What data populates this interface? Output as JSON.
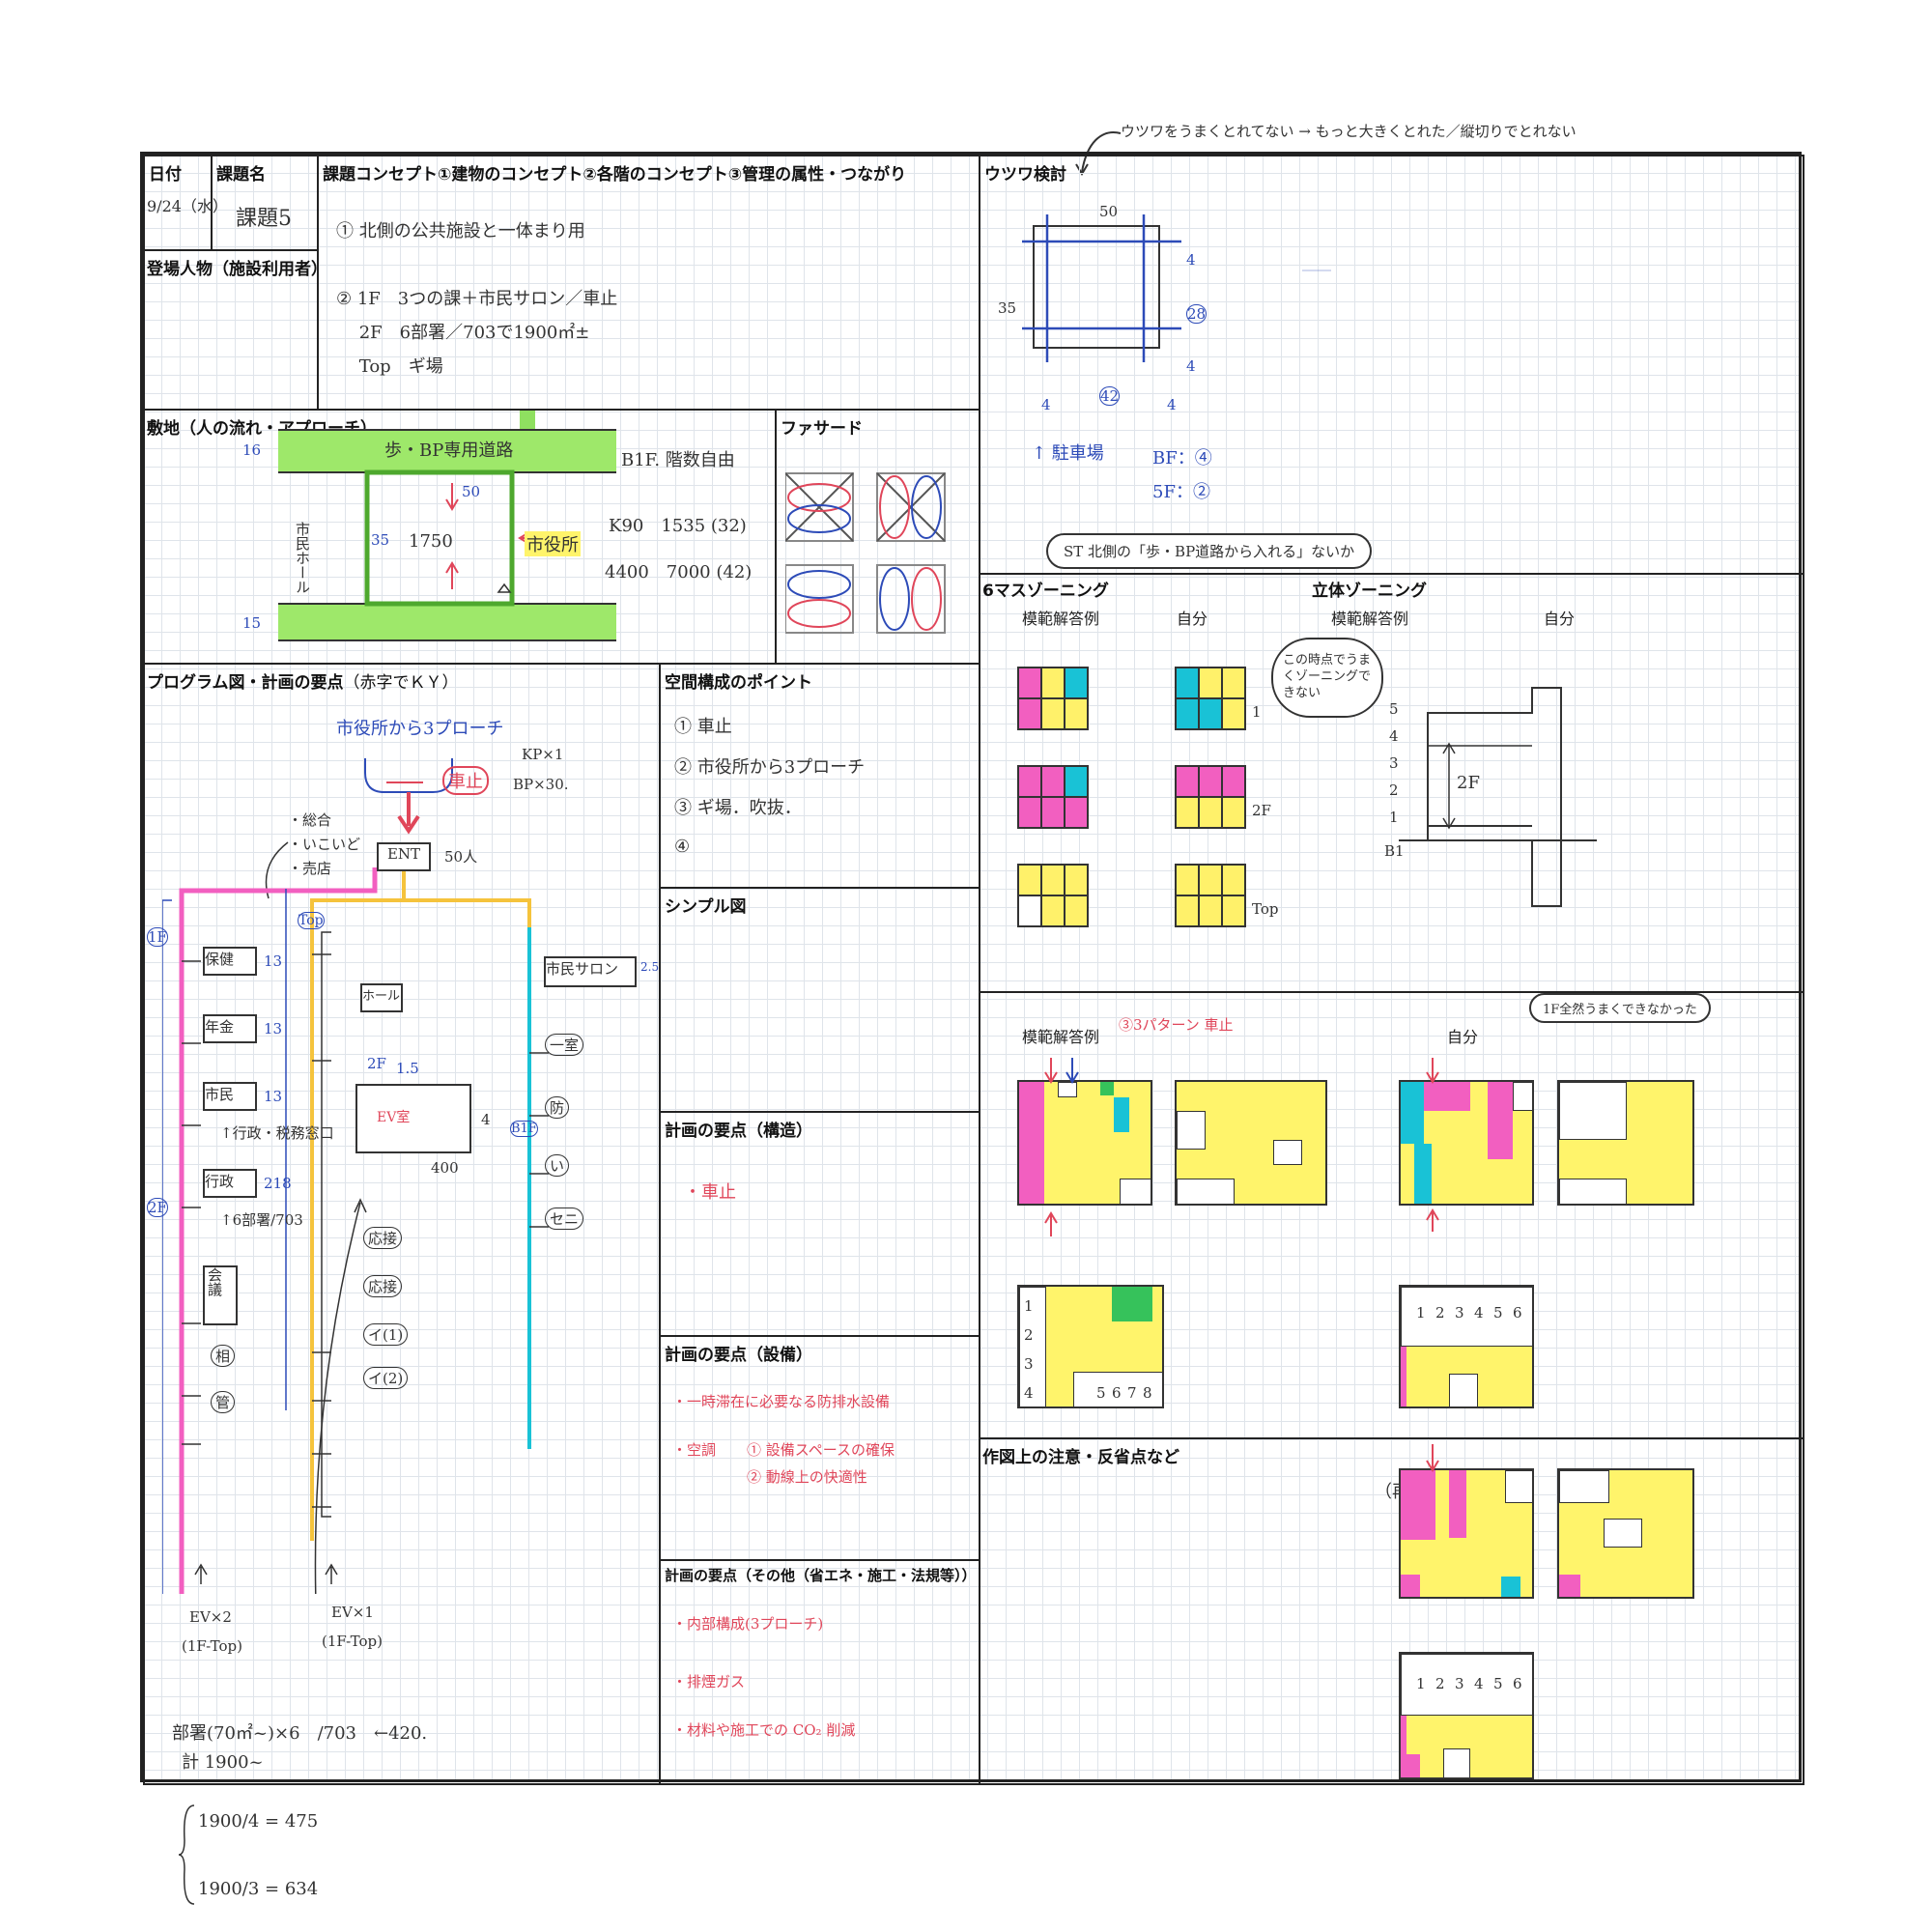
{
  "top_note": "ウツワをうまくとれてない → もっと大きくとれた／縦切りでとれない",
  "headers": {
    "date": "日付",
    "title": "課題名",
    "concept": "課題コンセプト①建物のコンセプト②各階のコンセプト③管理の属性・つながり",
    "users": "登場人物（施設利用者）",
    "site": "敷地（人の流れ・アプローチ）",
    "facade": "ファサード",
    "program": "プログラム図・計画の要点",
    "program_note": "（赤字でＫＹ）",
    "space_points": "空間構成のポイント",
    "simple": "シンプル図",
    "structure": "計画の要点（構造）",
    "equipment": "計画の要点（設備）",
    "other": "計画の要点（その他（省エネ・施工・法規等））",
    "utsuwa": "ウツワ検討",
    "zoning6": "6マスゾーニング",
    "zoning3d": "立体ゾーニング",
    "model_answer": "模範解答例",
    "mine": "自分",
    "notes": "作図上の注意・反省点など"
  },
  "date_value": "9/24（水）",
  "title_value": "課題5",
  "concept_lines": [
    "① 北側の公共施設と一体まり用",
    "② 1F　3つの課＋市民サロン／車止",
    "　 2F　6部署／703で1900㎡±",
    "　 Top　ギ場"
  ],
  "site": {
    "road_north": "歩・BP専用道路",
    "road_west": "市民ホール",
    "park": "市役所",
    "area": "1750",
    "dims": [
      "16",
      "35",
      "50",
      "15"
    ],
    "b1f": "B1F. 階数自由",
    "k90": "K90　1535 (32)",
    "k400": "4400　7000 (42)"
  },
  "program": {
    "approach": "市役所から3プローチ",
    "car": "車止",
    "kp": "KP×1",
    "bp": "BP×30.",
    "side": [
      "・総合",
      "・いこいど",
      "・売店"
    ],
    "ent": "ENT",
    "count": "50人",
    "f1": "1F",
    "f2": "2F",
    "top": "Top",
    "b1f": "B1F",
    "rooms_left": [
      "保健",
      "年金",
      "市民",
      "行政"
    ],
    "rooms_left_nums": [
      "13",
      "13",
      "13",
      "218"
    ],
    "counter_note": "↑行政・税務窓口",
    "dept_note": "↑6部署/703",
    "kaigi": "会議",
    "cons": "相",
    "mgmt": "管",
    "hall": [
      "ホール",
      "EV室"
    ],
    "hall_sub": "2F",
    "ev_area": "1.5",
    "num4": "4",
    "num400": "400",
    "rooms_mid": [
      "応接",
      "応接",
      "イ(1)",
      "イ(2)"
    ],
    "salon": "市民サロン",
    "salon_num": "2.5",
    "rooms_right": [
      "一室",
      "防",
      "い",
      "セニ"
    ],
    "ev2": "EV×2",
    "ev2_range": "(1F-Top)",
    "ev1": "EV×1",
    "ev1_range": "(1F-Top)",
    "bottom_calc": "部署(70㎡~)×6　/703　←420.",
    "bottom_calc2": "計 1900~"
  },
  "space_points": [
    "① 車止",
    "② 市役所から3プローチ",
    "③ ギ場．吹抜．",
    "④"
  ],
  "structure_items": [
    "・車止"
  ],
  "equipment_items": [
    "・一時滞在に必要なる防排水設備",
    "・空調",
    "① 設備スペースの確保",
    "② 動線上の快適性"
  ],
  "other_items": [
    "・内部構成(3プローチ)",
    "・排煙ガス",
    "・材料や施工での CO₂ 削減"
  ],
  "utsuwa": {
    "dim_top": "50",
    "dim_left": "35",
    "dim_right": "28",
    "dim_bottom": "42",
    "f4": "4",
    "parking": "↑ 駐車場",
    "bf": "BF：④",
    "sf": "5F：②"
  },
  "bubble_top": "ST 北側の「歩・BP道路から入れる」ないか",
  "bubble_zone": "この時点でうまくゾーニングできない",
  "zone_labels": {
    "one": "1",
    "two": "2F",
    "top": "Top"
  },
  "elev_floors": [
    "5",
    "4",
    "3",
    "2",
    "1",
    "B1"
  ],
  "elev_label": "2F",
  "plans_header_note": "③3パターン 車止",
  "plans_bubble": "1F全然うまくできなかった",
  "plan_nums": [
    "1",
    "2",
    "3",
    "4",
    "5",
    "6",
    "7",
    "8"
  ],
  "retry": "（再）",
  "notes_bottom": [
    "1900/4 = 475",
    "1900/3 = 634"
  ]
}
